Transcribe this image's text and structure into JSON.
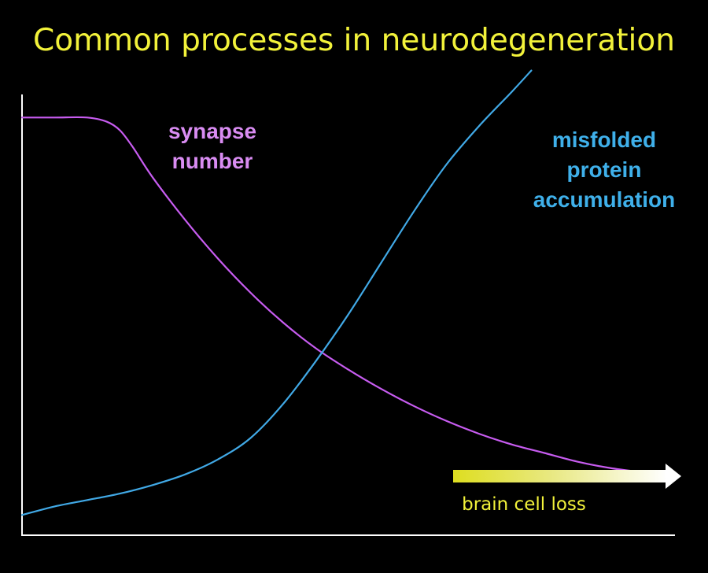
{
  "slide": {
    "title": "Common processes in neurodegeneration"
  },
  "colors": {
    "background": "#000000",
    "title": "#f2f23a",
    "axis": "#ffffff",
    "synapse": "#c75cf0",
    "synapse_label": "#d98cf2",
    "protein": "#41a9e6",
    "protein_label": "#3fb0ea",
    "arrow_start": "#dede20",
    "arrow_end": "#ffffff",
    "arrow_label": "#f2f23a"
  },
  "chart_data": {
    "type": "line",
    "title": "Common processes in neurodegeneration",
    "xlabel": "",
    "ylabel": "",
    "xlim": [
      0,
      100
    ],
    "ylim": [
      0,
      100
    ],
    "grid": false,
    "legend": "none",
    "series": [
      {
        "name": "synapse number",
        "label_lines": [
          "synapse",
          "number"
        ],
        "color": "#c75cf0",
        "x": [
          0,
          5,
          10,
          13,
          15,
          17,
          20,
          25,
          30,
          35,
          40,
          45,
          50,
          55,
          60,
          65,
          70,
          75,
          80,
          85,
          90,
          95
        ],
        "y": [
          97,
          97,
          97,
          96,
          94,
          90,
          83,
          73,
          64,
          56,
          49,
          43,
          38,
          33.5,
          29.5,
          26,
          23,
          20.5,
          18.5,
          16.5,
          15,
          14
        ]
      },
      {
        "name": "misfolded protein accumulation",
        "label_lines": [
          "misfolded",
          "protein",
          "accumulation"
        ],
        "color": "#41a9e6",
        "x": [
          0,
          5,
          10,
          15,
          20,
          25,
          30,
          35,
          40,
          45,
          50,
          55,
          60,
          65,
          70,
          75,
          78
        ],
        "y": [
          4,
          6,
          7.5,
          9,
          11,
          13.5,
          17,
          22,
          30,
          40,
          51,
          63,
          75,
          86,
          95,
          103,
          108
        ]
      }
    ],
    "annotation": {
      "label": "brain cell loss",
      "direction": "right"
    }
  }
}
